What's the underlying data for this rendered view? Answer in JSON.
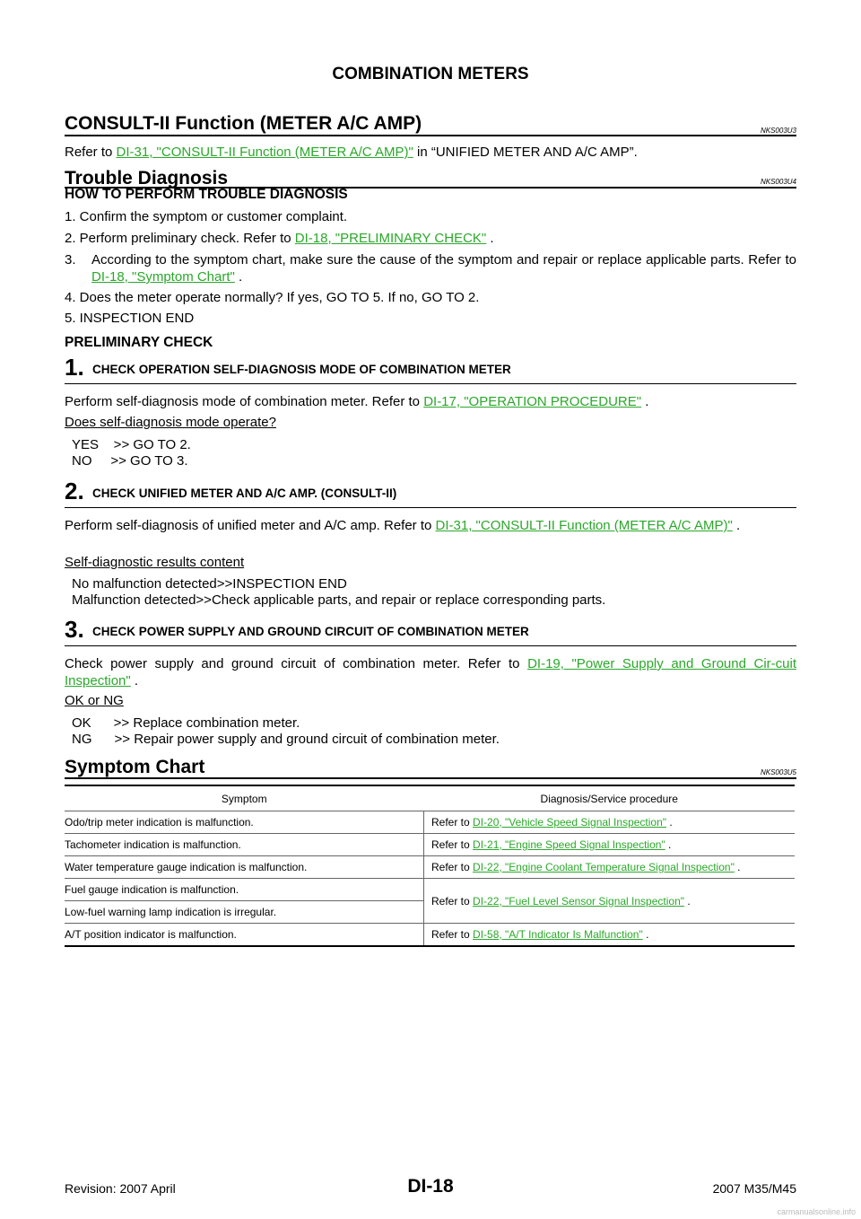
{
  "header": {
    "title": "COMBINATION METERS"
  },
  "consult": {
    "title": "CONSULT-II Function (METER A/C AMP)",
    "code": "NKS003U3",
    "refer_prefix": "Refer to ",
    "link": "DI-31, \"CONSULT-II Function (METER A/C AMP)\"",
    "refer_suffix": " in “UNIFIED METER AND A/C AMP”."
  },
  "trouble": {
    "title": "Trouble Diagnosis",
    "code": "NKS003U4",
    "howto_heading": "HOW TO PERFORM TROUBLE DIAGNOSIS",
    "s1": "1.  Confirm the symptom or customer complaint.",
    "s2_prefix": "2.  Perform preliminary check. Refer to ",
    "s2_link": "DI-18, \"PRELIMINARY CHECK\"",
    "s2_suffix": " .",
    "s3_num": "3.",
    "s3_text": "According to the symptom chart, make sure the cause of the symptom and repair or replace applicable parts. Refer to ",
    "s3_link": "DI-18, \"Symptom Chart\"",
    "s3_suffix": " .",
    "s4": "4.  Does the meter operate normally? If yes, GO TO 5. If no, GO TO 2.",
    "s5": "5.  INSPECTION END",
    "prelim_heading": "PRELIMINARY CHECK"
  },
  "steps": [
    {
      "num": "1.",
      "title": "CHECK OPERATION SELF-DIAGNOSIS MODE OF COMBINATION METER",
      "text_prefix": "Perform self-diagnosis mode of combination meter. Refer to ",
      "link": "DI-17, \"OPERATION PROCEDURE\"",
      "text_suffix": " .",
      "question": "Does self-diagnosis mode operate?",
      "answer1": "YES    >> GO TO 2.",
      "answer2": "NO     >> GO TO 3."
    },
    {
      "num": "2.",
      "title": "CHECK UNIFIED METER AND A/C AMP. (CONSULT-II)",
      "text_prefix": "Perform self-diagnosis of unified meter and A/C amp. Refer to ",
      "link": "DI-31, \"CONSULT-II Function (METER A/C AMP)\"",
      "text_suffix": " .",
      "question": "Self-diagnostic results content",
      "answer1": "No malfunction detected>>INSPECTION END",
      "answer2": "Malfunction detected>>Check applicable parts, and repair or replace corresponding parts."
    },
    {
      "num": "3.",
      "title": "CHECK POWER SUPPLY AND GROUND CIRCUIT OF COMBINATION METER",
      "text_prefix": "Check power supply and ground circuit of combination meter. Refer to ",
      "link": "DI-19, \"Power Supply and Ground Cir-cuit Inspection\"",
      "text_suffix": " .",
      "question": "OK or NG",
      "answer1": "OK      >> Replace combination meter.",
      "answer2": "NG      >> Repair power supply and ground circuit of combination meter."
    }
  ],
  "symptom_chart": {
    "title": "Symptom Chart",
    "code": "NKS003U5",
    "col1": "Symptom",
    "col2": "Diagnosis/Service procedure",
    "refer_prefix": "Refer to ",
    "suffix": " .",
    "r1_symptom": "Odo/trip meter indication is malfunction.",
    "r1_link": "DI-20, \"Vehicle Speed Signal Inspection\"",
    "r2_symptom": "Tachometer indication is malfunction.",
    "r2_link": "DI-21, \"Engine Speed Signal Inspection\"",
    "r3_symptom": "Water temperature gauge indication is malfunction.",
    "r3_link": "DI-22, \"Engine Coolant Temperature Signal Inspection\"",
    "r4_symptom": "Fuel gauge indication is malfunction.",
    "r4_link": "DI-22, \"Fuel Level Sensor Signal Inspection\"",
    "r5_symptom": "Low-fuel warning lamp indication is irregular.",
    "r6_symptom": "A/T position indicator is malfunction.",
    "r6_link": "DI-58, \"A/T Indicator Is Malfunction\""
  },
  "footer": {
    "revision": "Revision: 2007 April",
    "page": "DI-18",
    "model": "2007 M35/M45",
    "watermark": "carmanualsonline.info"
  }
}
